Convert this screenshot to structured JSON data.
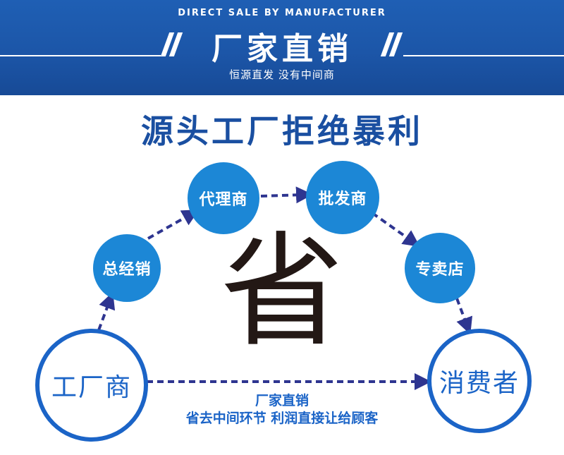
{
  "banner": {
    "subtitle_en": "DIRECT SALE BY MANUFACTURER",
    "title": "厂家直销",
    "subtitle_cn": "恒源直发 没有中间商"
  },
  "headline": "源头工厂拒绝暴利",
  "center_char": "省",
  "nodes": {
    "factory": "工厂商",
    "distributor": "总经销",
    "agent": "代理商",
    "wholesaler": "批发商",
    "store": "专卖店",
    "consumer": "消费者"
  },
  "footer": {
    "line1": "厂家直销",
    "line2": "省去中间环节 利润直接让给顾客"
  },
  "colors": {
    "banner": "#1c56a8",
    "node_fill": "#1c87d6",
    "end_ring": "#1b64c7",
    "arrow": "#2e3590",
    "headline": "#1a4fa1"
  }
}
